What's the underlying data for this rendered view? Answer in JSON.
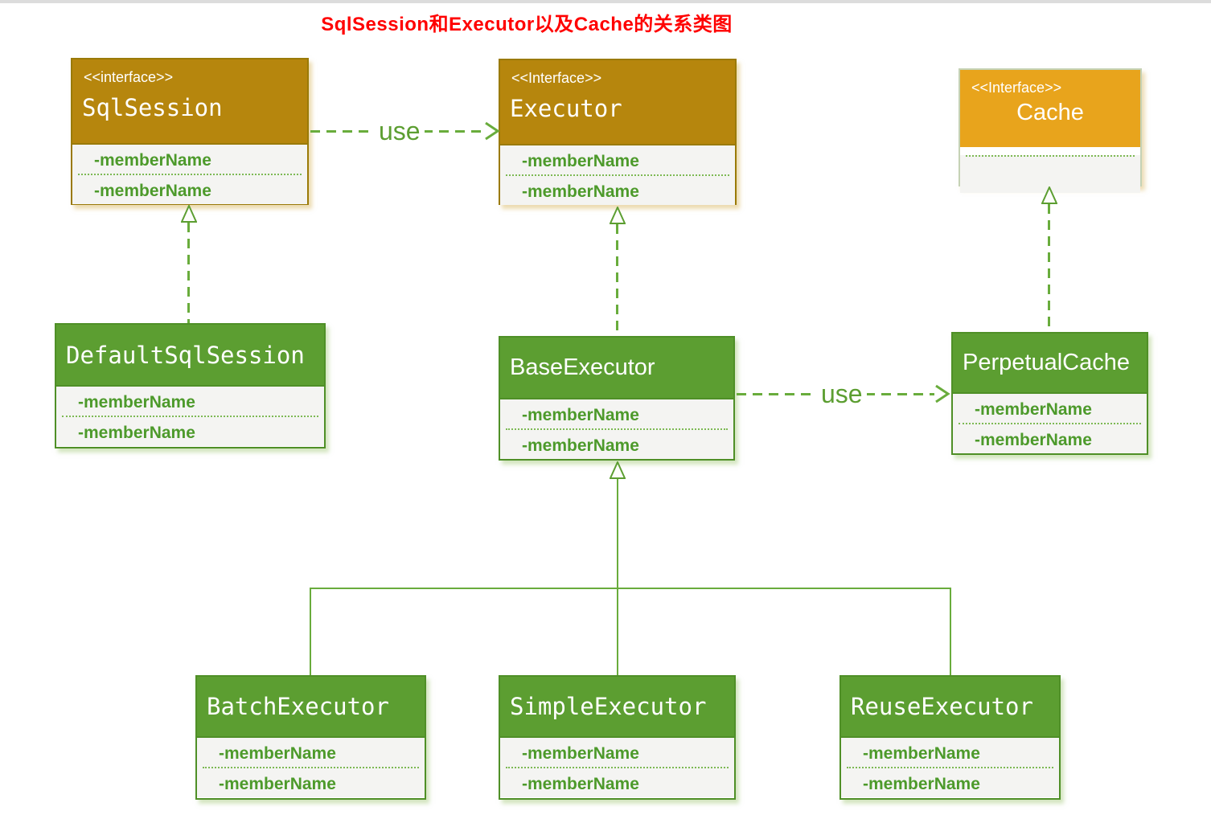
{
  "title": "SqlSession和Executor以及Cache的关系类图",
  "labels": {
    "use1": "use",
    "use2": "use"
  },
  "classes": [
    {
      "stereotype": "<<interface>>",
      "name": "SqlSession",
      "members": [
        "-memberName",
        "-memberName"
      ]
    },
    {
      "stereotype": "<<Interface>>",
      "name": "Executor",
      "members": [
        "-memberName",
        "-memberName"
      ]
    },
    {
      "stereotype": "<<Interface>>",
      "name": "Cache",
      "members": []
    },
    {
      "name": "DefaultSqlSession",
      "members": [
        "-memberName",
        "-memberName"
      ]
    },
    {
      "name": "BaseExecutor",
      "members": [
        "-memberName",
        "-memberName"
      ]
    },
    {
      "name": "PerpetualCache",
      "members": [
        "-memberName",
        "-memberName"
      ]
    },
    {
      "name": "BatchExecutor",
      "members": [
        "-memberName",
        "-memberName"
      ]
    },
    {
      "name": "SimpleExecutor",
      "members": [
        "-memberName",
        "-memberName"
      ]
    },
    {
      "name": "ReuseExecutor",
      "members": [
        "-memberName",
        "-memberName"
      ]
    }
  ],
  "colors": {
    "title_red": "#FF0000",
    "interface_header_gold": "#B6860D",
    "interface_header_amber": "#E8A41C",
    "class_header_green": "#5C9E31",
    "member_text_green": "#4D9A2B",
    "connector_green": "#69AC3C",
    "body_background": "#F4F4F2"
  }
}
